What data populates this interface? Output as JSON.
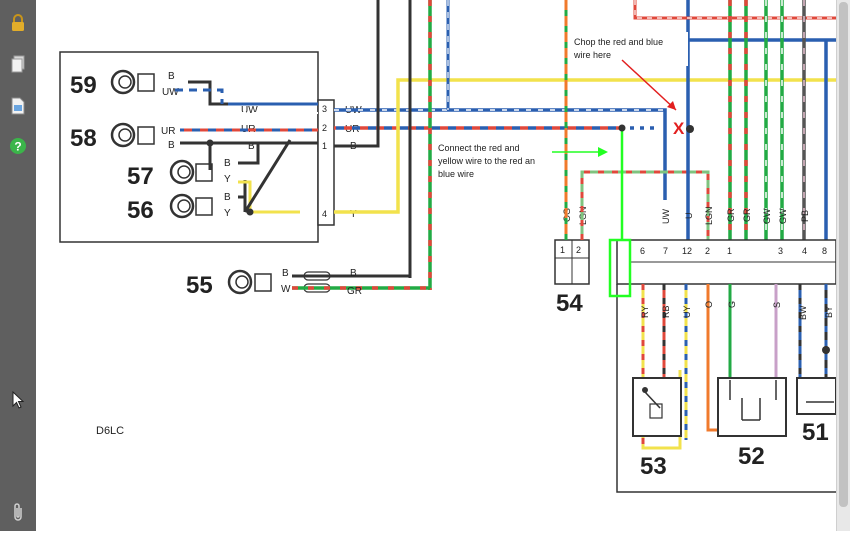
{
  "toolbar": {
    "tools": [
      {
        "name": "lock",
        "icon": "lock-icon",
        "color": "#d9a320"
      },
      {
        "name": "pages",
        "icon": "pages-icon",
        "color": "#e6e6e6"
      },
      {
        "name": "attachment-doc",
        "icon": "document-icon",
        "color": "#7fb3e6"
      },
      {
        "name": "help",
        "icon": "help-icon",
        "color": "#3bb54a"
      },
      {
        "name": "select",
        "icon": "pointer-icon",
        "color": "#ffffff"
      },
      {
        "name": "attachments",
        "icon": "paperclip-icon",
        "color": "#d0d0d0"
      }
    ]
  },
  "diagram": {
    "components": [
      {
        "id": "59",
        "wires": [
          "B",
          "UW"
        ]
      },
      {
        "id": "58",
        "wires": [
          "UR",
          "B"
        ]
      },
      {
        "id": "57",
        "wires": [
          "B",
          "Y"
        ]
      },
      {
        "id": "56",
        "wires": [
          "B",
          "Y"
        ]
      },
      {
        "id": "55",
        "wires": [
          "B",
          "W"
        ]
      },
      {
        "id": "54"
      },
      {
        "id": "53"
      },
      {
        "id": "52"
      },
      {
        "id": "51"
      }
    ],
    "connector_pins": [
      "3",
      "2",
      "1",
      "4"
    ],
    "connector_left_labels": [
      "UW",
      "UR",
      "B"
    ],
    "connector_right_labels": [
      "UW",
      "UR",
      "B",
      "Y"
    ],
    "bus_55_labels": [
      "B",
      "GR"
    ],
    "conn54_pins": [
      "1",
      "2"
    ],
    "conn54_wires": [
      "OG",
      "LGN"
    ],
    "top_wires": [
      "UW",
      "U",
      "LGN",
      "GR",
      "GR",
      "GW",
      "GW",
      "PB"
    ],
    "upper_pins": [
      "6",
      "7",
      "12",
      "2",
      "1",
      "3",
      "4",
      "8"
    ],
    "lower_wires": [
      "RY",
      "RB",
      "UY",
      "O",
      "G",
      "S",
      "BW",
      "BY"
    ],
    "code": "D6LC",
    "colors": {
      "blue": "#2a5fb0",
      "red": "#e0483b",
      "yellow": "#f2e24c",
      "green": "#22ff22",
      "annot_red": "#e21f1f"
    }
  },
  "annotations": {
    "chop_note": [
      "Chop the red and blue",
      "wire here"
    ],
    "connect_note": [
      "Connect the red and",
      "yellow wire to the red an",
      "blue wire"
    ],
    "cut_mark": "X"
  }
}
